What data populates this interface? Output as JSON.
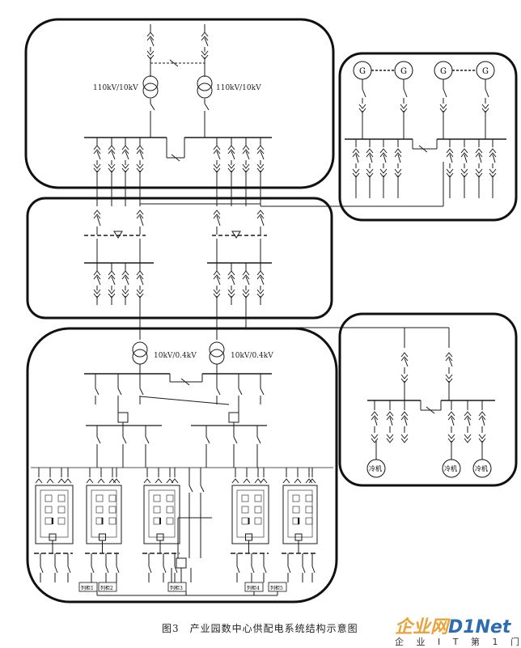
{
  "diagram": {
    "transformer_labels": {
      "hv_left": "110kV/10kV",
      "hv_right": "110kV/10kV",
      "lv_left": "10kV/0.4kV",
      "lv_right": "10kV/0.4kV"
    },
    "generator_label": "G",
    "chiller_label": "冷机",
    "cabinet_labels": [
      "列柜1",
      "列柜2",
      "列柜3",
      "列柜4",
      "列柜5"
    ]
  },
  "caption": "图3　产业园数中心供配电系统结构示意图",
  "watermark": {
    "brand_cn": "企业网",
    "brand_en": "D1Net",
    "tagline": "企 业 I T 第 1 门 户"
  },
  "colors": {
    "line": "#1a1a1a",
    "frame": "#111111",
    "accent_orange": "#e8a33a",
    "accent_blue": "#2b6db0"
  }
}
